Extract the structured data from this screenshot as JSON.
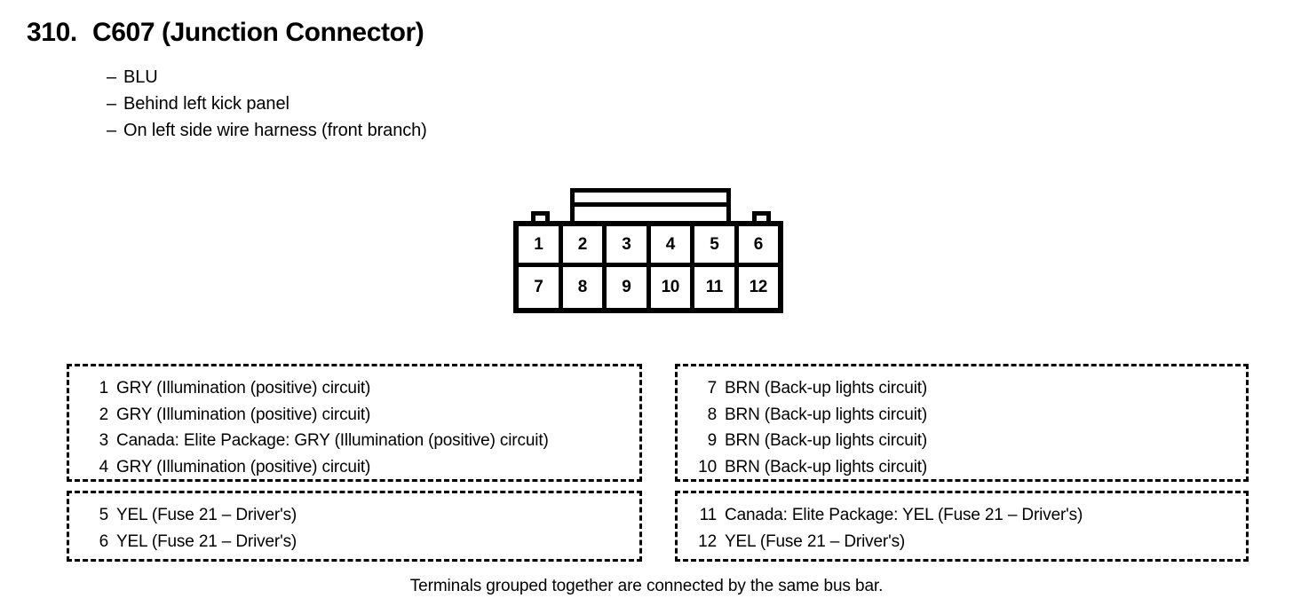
{
  "header": {
    "number": "310.",
    "title": "C607 (Junction Connector)",
    "details": [
      "BLU",
      "Behind left kick panel",
      "On left side wire harness (front branch)"
    ],
    "dash": "–"
  },
  "connector": {
    "rows": [
      [
        "1",
        "2",
        "3",
        "4",
        "5",
        "6"
      ],
      [
        "7",
        "8",
        "9",
        "10",
        "11",
        "12"
      ]
    ]
  },
  "groups": {
    "left_top": {
      "terminals": [
        {
          "pin": "1",
          "desc": "GRY (Illumination (positive) circuit)"
        },
        {
          "pin": "2",
          "desc": "GRY (Illumination (positive) circuit)"
        },
        {
          "pin": "3",
          "desc": "Canada: Elite Package: GRY (Illumination (positive) circuit)"
        },
        {
          "pin": "4",
          "desc": "GRY (Illumination (positive) circuit)"
        }
      ]
    },
    "left_bottom": {
      "terminals": [
        {
          "pin": "5",
          "desc": "YEL (Fuse 21 – Driver's)"
        },
        {
          "pin": "6",
          "desc": "YEL (Fuse 21 – Driver's)"
        }
      ]
    },
    "right_top": {
      "terminals": [
        {
          "pin": "7",
          "desc": "BRN (Back-up lights circuit)"
        },
        {
          "pin": "8",
          "desc": "BRN (Back-up lights circuit)"
        },
        {
          "pin": "9",
          "desc": "BRN (Back-up lights circuit)"
        },
        {
          "pin": "10",
          "desc": "BRN (Back-up lights circuit)"
        }
      ]
    },
    "right_bottom": {
      "terminals": [
        {
          "pin": "11",
          "desc": "Canada: Elite Package: YEL (Fuse 21 – Driver's)"
        },
        {
          "pin": "12",
          "desc": "YEL (Fuse 21 – Driver's)"
        }
      ]
    }
  },
  "footer": {
    "caption": "Terminals grouped together are connected by the same bus bar."
  },
  "colors": {
    "ink": "#000000",
    "paper": "#ffffff"
  }
}
